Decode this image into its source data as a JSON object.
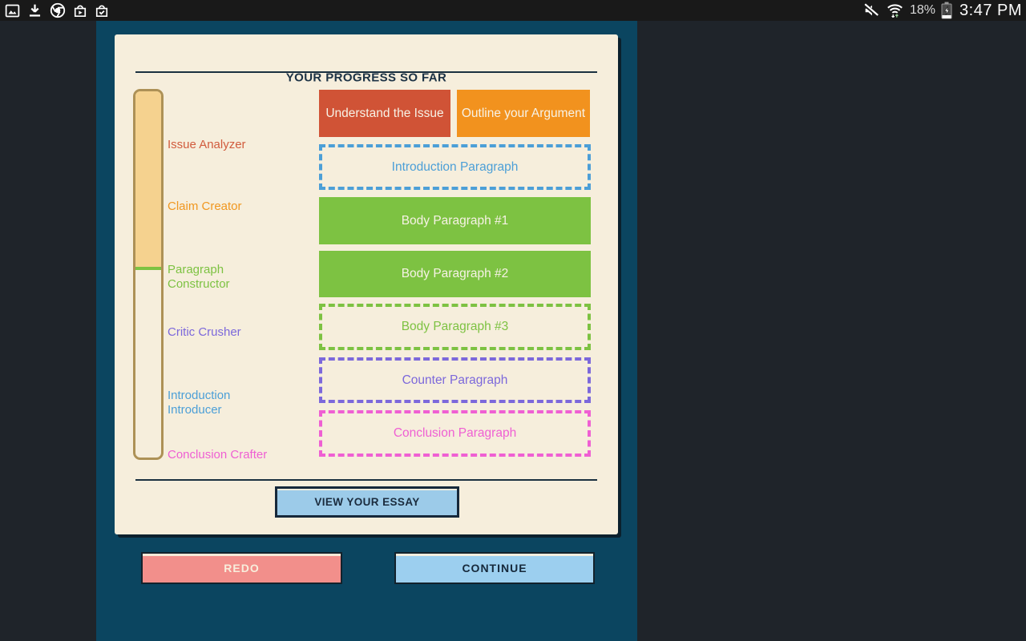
{
  "status_bar": {
    "time": "3:47 PM",
    "battery_level": "18%",
    "left_icons": [
      "gallery-icon",
      "download-icon",
      "chrome-icon",
      "play-store-icon",
      "verified-apps-icon"
    ],
    "right_icons": [
      "mute-icon",
      "wifi-icon",
      "battery-charging-icon"
    ]
  },
  "card": {
    "title": "YOUR PROGRESS SO FAR",
    "progress_fill_percent": 48.8,
    "stages": [
      {
        "label": "Issue Analyzer",
        "color": "#D15B3D"
      },
      {
        "label": "Claim Creator",
        "color": "#F0971F"
      },
      {
        "label": "Paragraph Constructor",
        "color": "#7DC242"
      },
      {
        "label": "Critic Crusher",
        "color": "#7C68DB"
      },
      {
        "label": "Introduction Introducer",
        "color": "#4C9FD7"
      },
      {
        "label": "Conclusion Crafter",
        "color": "#EF5FD3"
      }
    ],
    "steps": [
      {
        "label": "Understand the Issue",
        "status": "complete",
        "color": "#D05336"
      },
      {
        "label": "Outline your Argument",
        "status": "complete",
        "color": "#F2921E"
      },
      {
        "label": "Introduction Paragraph",
        "status": "pending",
        "color": "#4C9FD7"
      },
      {
        "label": "Body Paragraph #1",
        "status": "complete",
        "color": "#7DC242"
      },
      {
        "label": "Body Paragraph #2",
        "status": "complete",
        "color": "#7DC242"
      },
      {
        "label": "Body Paragraph #3",
        "status": "pending",
        "color": "#7DC242"
      },
      {
        "label": "Counter Paragraph",
        "status": "pending",
        "color": "#7C68DB"
      },
      {
        "label": "Conclusion Paragraph",
        "status": "pending",
        "color": "#EF5FD3"
      }
    ],
    "view_essay_button": "VIEW YOUR ESSAY"
  },
  "footer": {
    "redo_button": "REDO",
    "continue_button": "CONTINUE"
  },
  "colors": {
    "panel": "#0B4560",
    "card_bg": "#F6EEDC",
    "track_border": "#AD9156",
    "track_fill": "#F5D28F",
    "marker": "#7DC242",
    "complete_text": "#F7F2E6"
  }
}
